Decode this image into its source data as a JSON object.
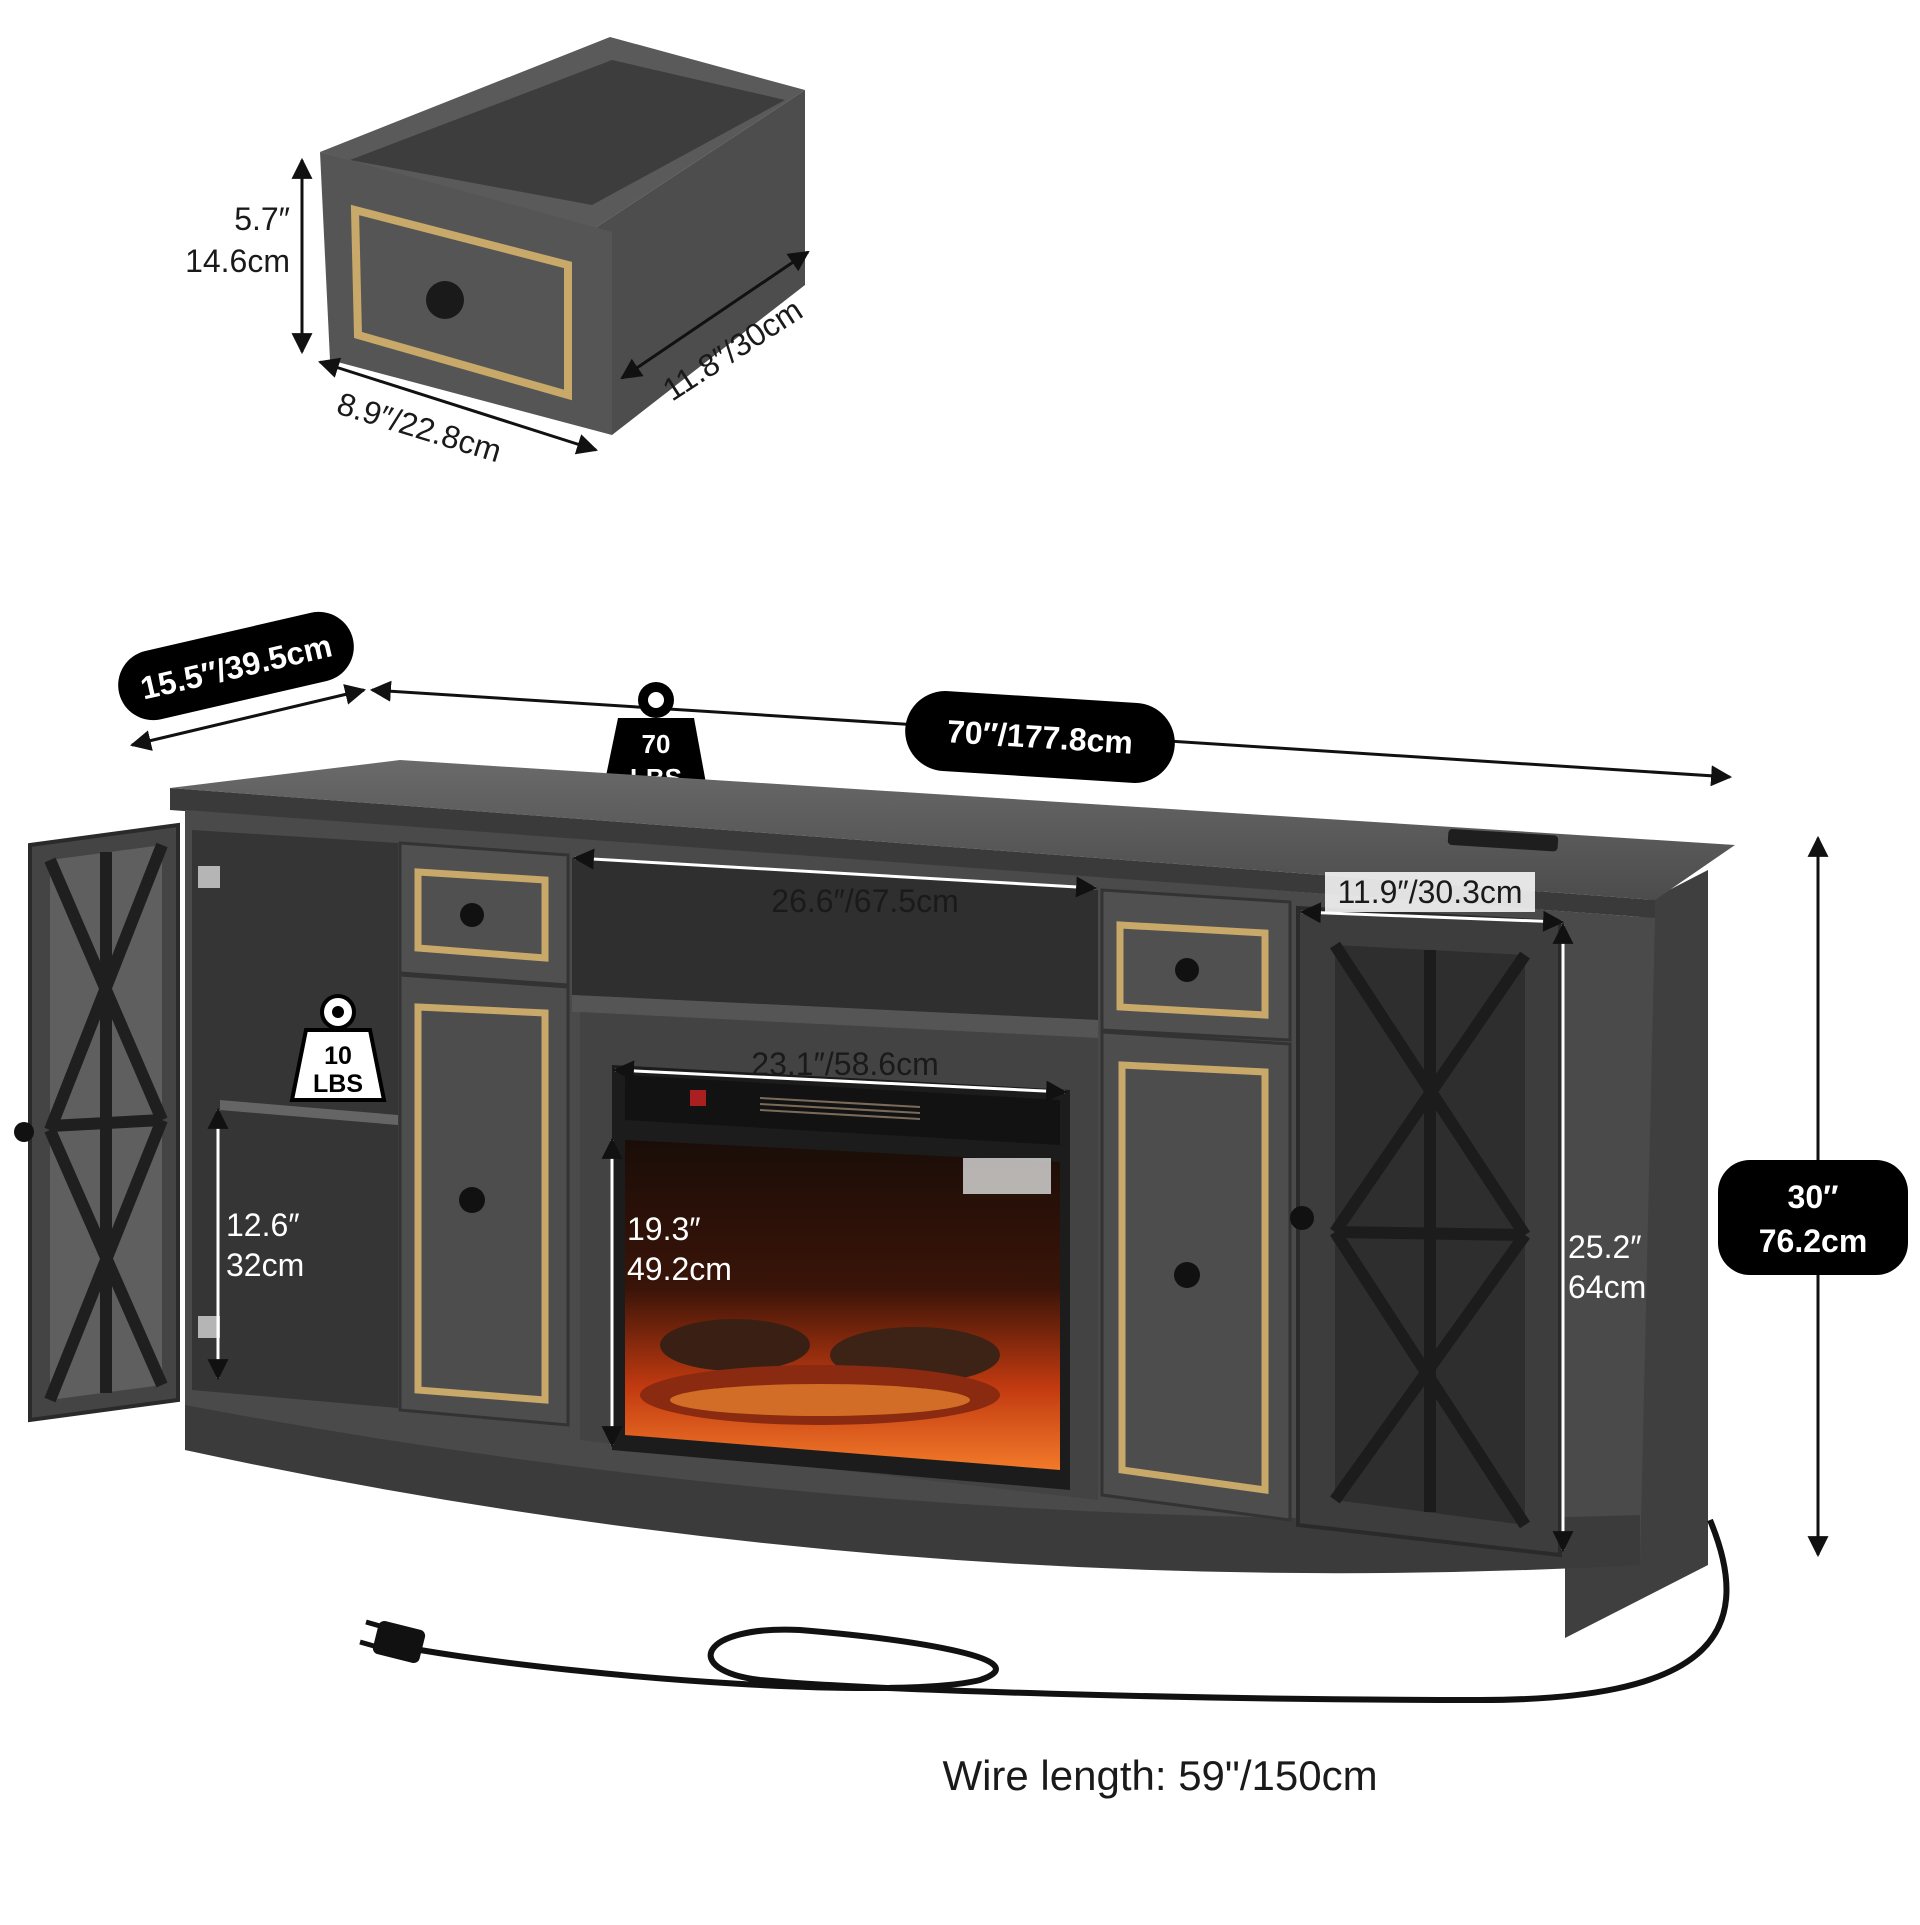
{
  "drawer": {
    "height": "5.7″",
    "height_cm": "14.6cm",
    "width": "8.9″/22.8cm",
    "depth": "11.8″/30cm"
  },
  "dimensions": {
    "depth": "15.5″/39.5cm",
    "length": "70″/177.8cm",
    "height_in": "30″",
    "height_cm": "76.2cm",
    "open_shelf_width": "26.6″/67.5cm",
    "fireplace_width": "23.1″/58.6cm",
    "fireplace_height_in": "19.3″",
    "fireplace_height_cm": "49.2cm",
    "cabinet_width": "11.9″/30.3cm",
    "cabinet_height_in": "25.2″",
    "cabinet_height_cm": "64cm",
    "shelf_height_in": "12.6″",
    "shelf_height_cm": "32cm"
  },
  "weights": {
    "top_value": "70",
    "top_unit": "LBS",
    "shelf_value": "10",
    "shelf_unit": "LBS"
  },
  "wire": {
    "label": "Wire length: 59\"/150cm"
  },
  "colors": {
    "wood": "#4a4a4a",
    "wood_dark": "#333333",
    "gold_trim": "#c8a96a",
    "fire": "#e0501c",
    "pill": "#000000"
  }
}
